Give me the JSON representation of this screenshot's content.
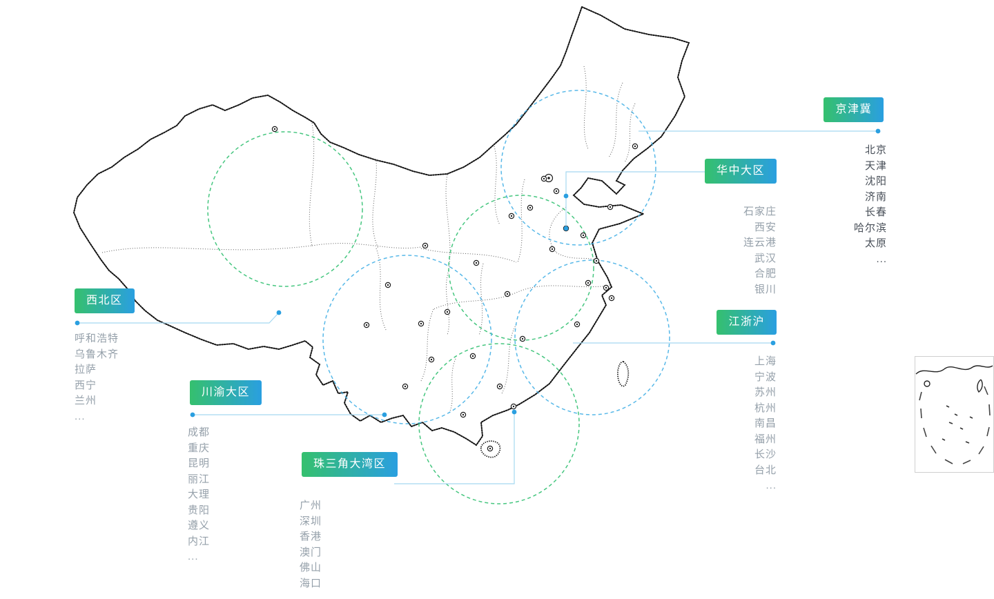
{
  "regions": [
    {
      "id": "jingjinji",
      "label": "京津冀",
      "cities": [
        "北京",
        "天津",
        "沈阳",
        "济南",
        "长春",
        "哈尔滨",
        "太原",
        "..."
      ]
    },
    {
      "id": "huazhong",
      "label": "华中大区",
      "cities": [
        "石家庄",
        "西安",
        "连云港",
        "武汉",
        "合肥",
        "银川"
      ]
    },
    {
      "id": "xibei",
      "label": "西北区",
      "cities": [
        "呼和浩特",
        "乌鲁木齐",
        "拉萨",
        "西宁",
        "兰州",
        "..."
      ]
    },
    {
      "id": "chuanyu",
      "label": "川渝大区",
      "cities": [
        "成都",
        "重庆",
        "昆明",
        "丽江",
        "大理",
        "贵阳",
        "遵义",
        "内江",
        "..."
      ]
    },
    {
      "id": "zhusanjiao",
      "label": "珠三角大湾区",
      "cities": [
        "广州",
        "深圳",
        "香港",
        "澳门",
        "佛山",
        "海口",
        "..."
      ]
    },
    {
      "id": "jiangzhehu",
      "label": "江浙沪",
      "cities": [
        "上海",
        "宁波",
        "苏州",
        "杭州",
        "南昌",
        "福州",
        "长沙",
        "台北",
        "..."
      ]
    }
  ],
  "colors": {
    "badge_gradient_start": "#35c06e",
    "badge_gradient_end": "#2a9fe0",
    "leader_line": "#a5d8f0",
    "dot": "#2a9fe0",
    "circle_blue": "#45b0e5",
    "circle_green": "#31c071",
    "list_text": "#95a0aa",
    "list_text_dark": "#474e57",
    "map_stroke": "#141414",
    "inset_border": "#cfcfcf"
  }
}
